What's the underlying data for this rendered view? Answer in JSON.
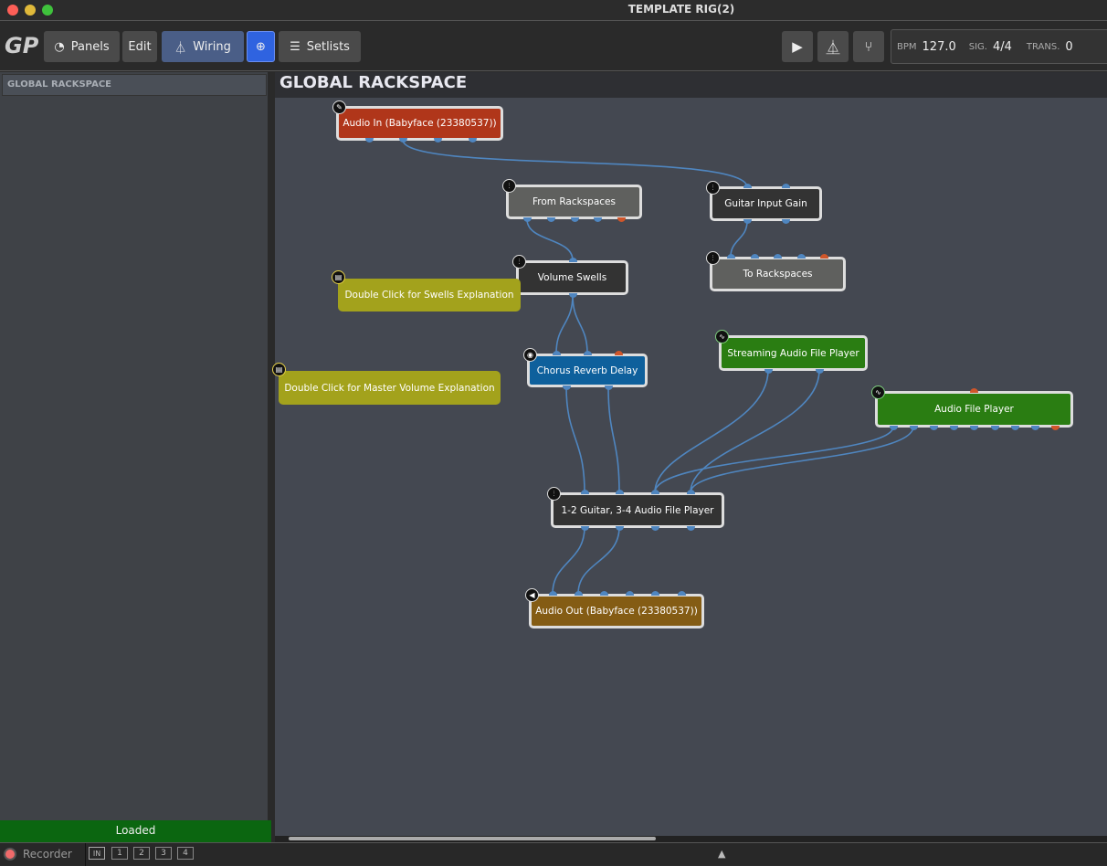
{
  "window": {
    "title": "TEMPLATE RIG(2)"
  },
  "toolbar": {
    "logo": "GP",
    "panels": "Panels",
    "edit": "Edit",
    "wiring": "Wiring",
    "setlists": "Setlists",
    "bpm_label": "BPM",
    "bpm": "127.0",
    "sig_label": "SIG.",
    "sig": "4/4",
    "trans_label": "TRANS.",
    "trans": "0"
  },
  "sidebar": {
    "header": "GLOBAL RACKSPACE",
    "status": "Loaded"
  },
  "main": {
    "title": "GLOBAL RACKSPACE"
  },
  "nodes": {
    "audio_in": "Audio In (Babyface (23380537))",
    "from_rackspaces": "From Rackspaces",
    "guitar_input_gain": "Guitar Input Gain",
    "to_rackspaces": "To Rackspaces",
    "volume_swells": "Volume Swells",
    "swells_note": "Double Click for Swells Explanation",
    "chorus": "Chorus Reverb Delay",
    "streaming": "Streaming Audio File Player",
    "master_note": "Double Click for Master Volume Explanation",
    "afp": "Audio File Player",
    "mixer": "1-2 Guitar, 3-4 Audio File Player",
    "audio_out": "Audio Out (Babyface (23380537))"
  },
  "colors": {
    "audio_in": "#b0361a",
    "gray": "#5f605e",
    "dark": "#333333",
    "chorus": "#0e609c",
    "green": "#2a7d12",
    "out": "#845c14",
    "note": "#a3a21c",
    "wire": "#4f86c0"
  },
  "recorder": {
    "label": "Recorder",
    "in": "IN",
    "channels": [
      "1",
      "2",
      "3",
      "4"
    ]
  }
}
